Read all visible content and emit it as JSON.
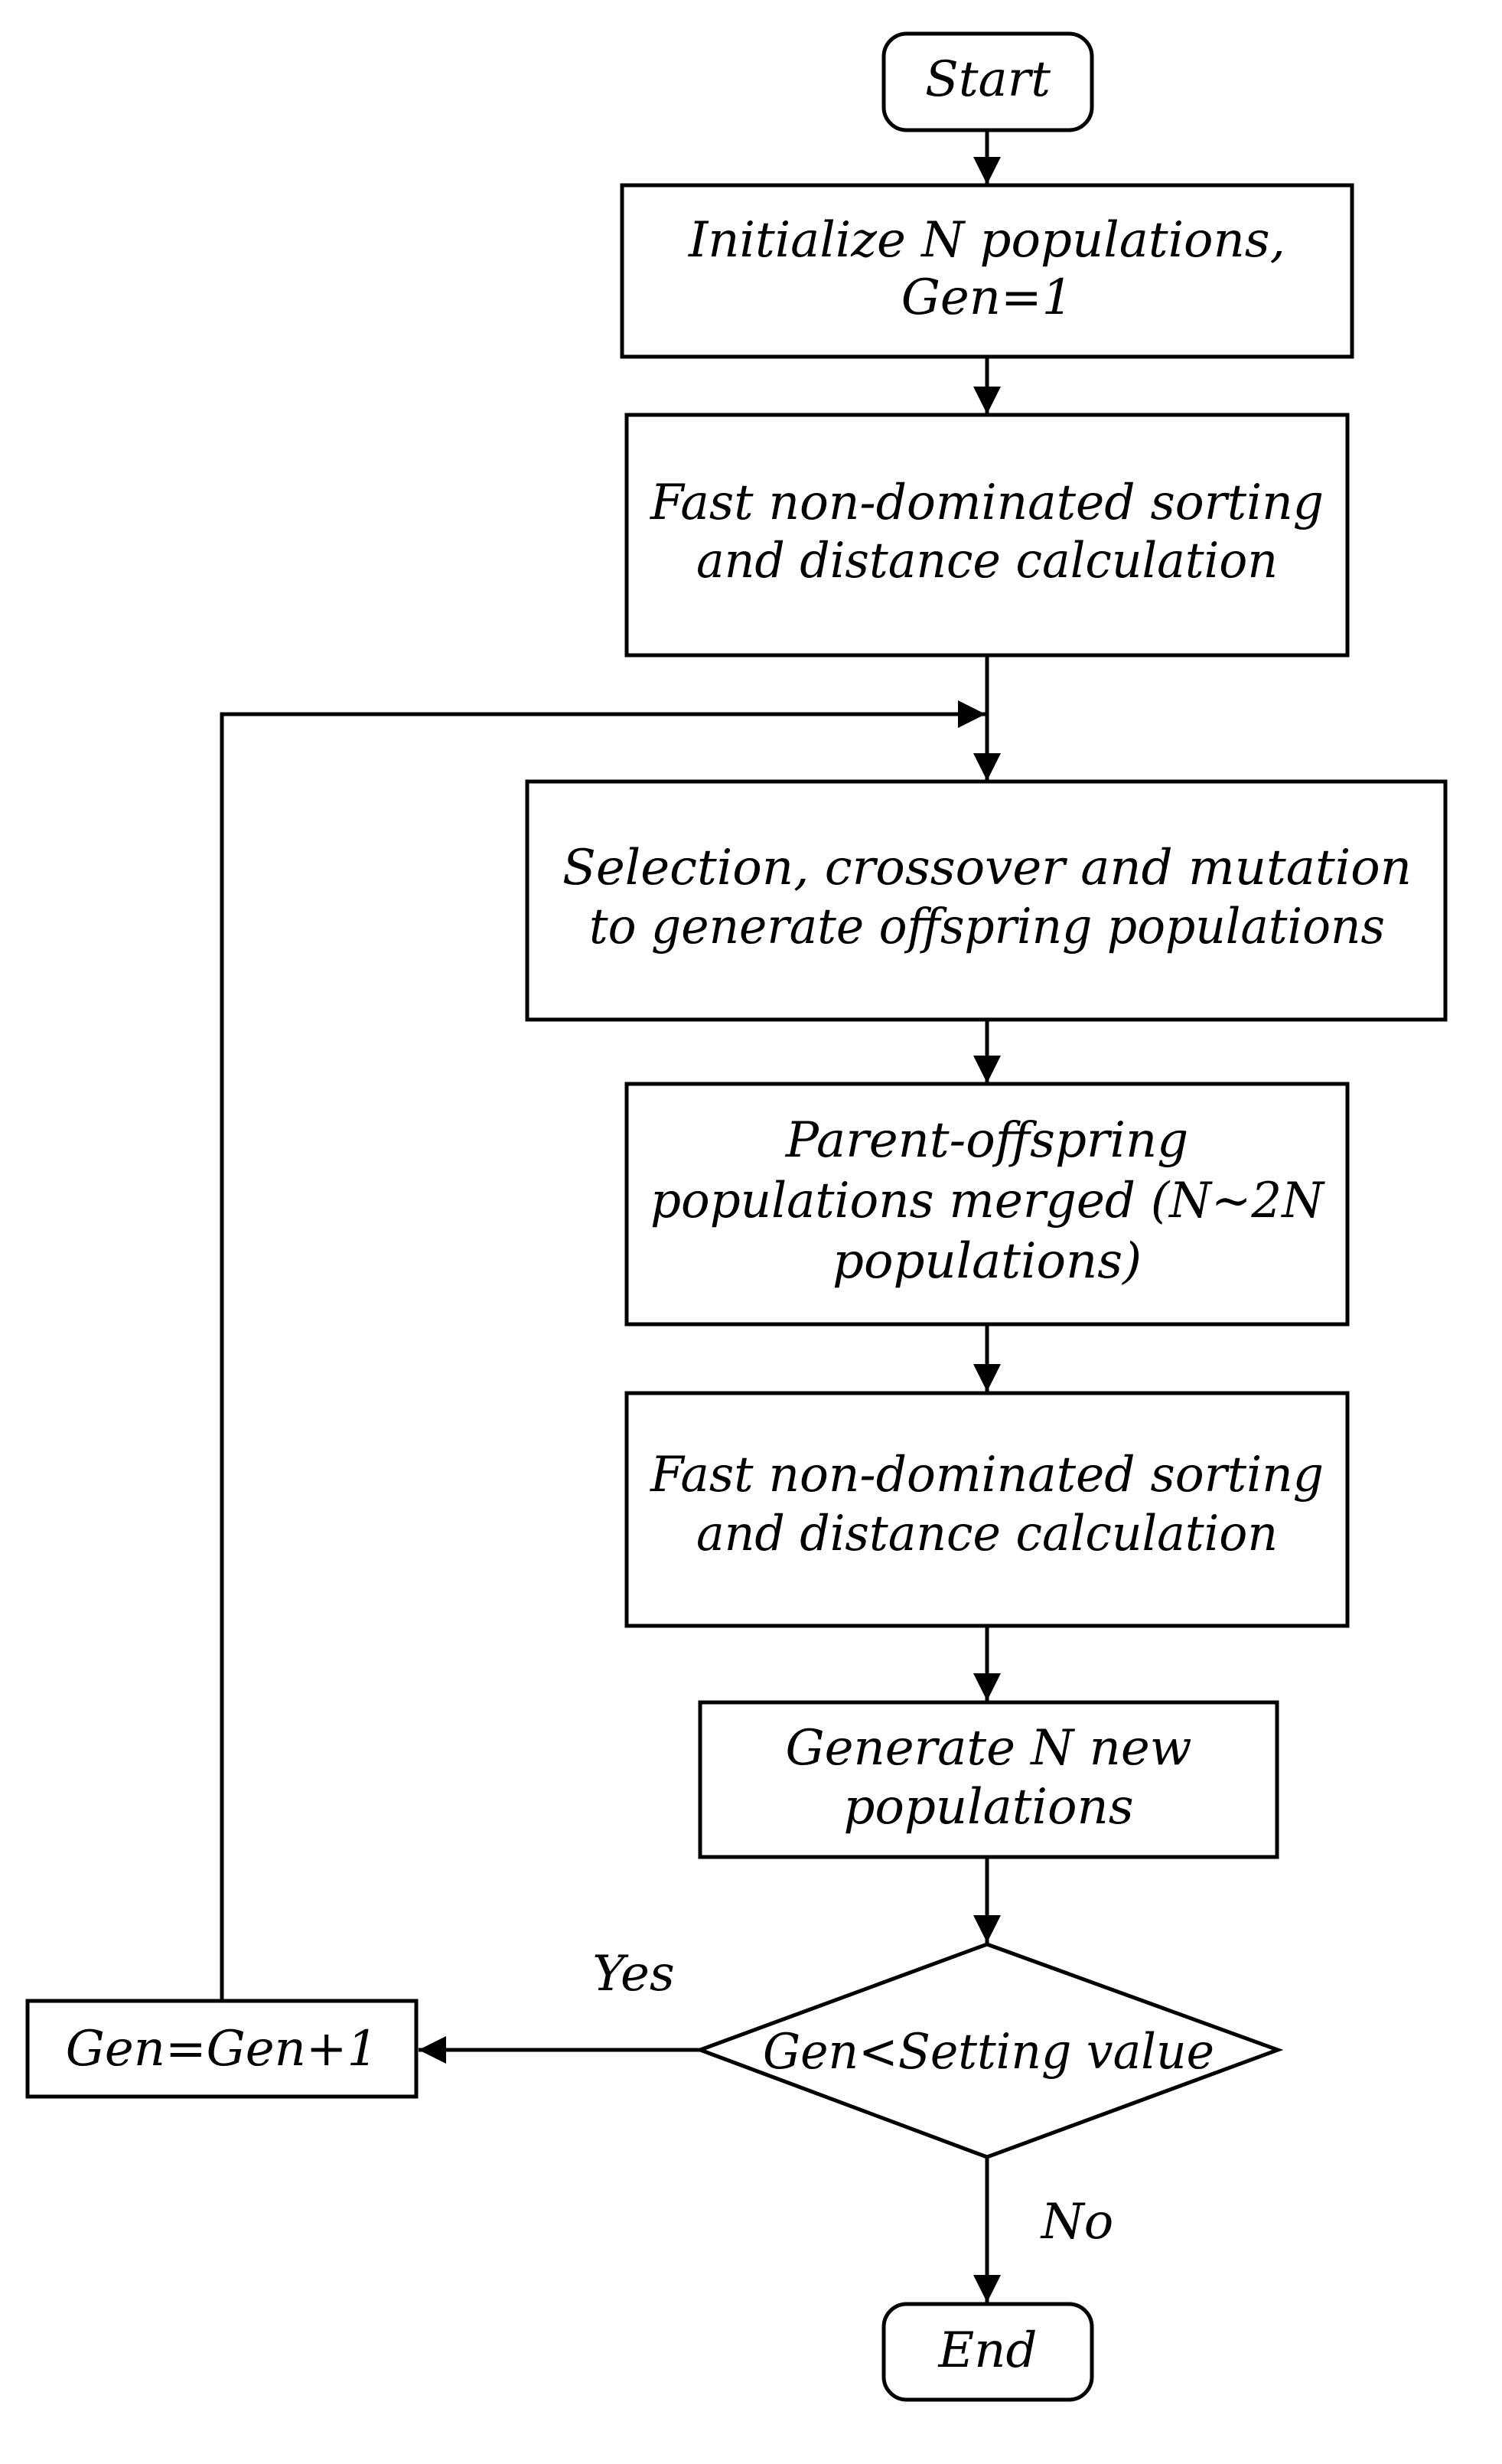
{
  "nodes": {
    "start": {
      "lines": [
        "Start"
      ]
    },
    "initialize": {
      "lines": [
        "Initialize N populations,",
        "Gen=1"
      ]
    },
    "sort1": {
      "lines": [
        "Fast non-dominated sorting",
        "and distance calculation"
      ]
    },
    "selection": {
      "lines": [
        "Selection, crossover and mutation",
        "to generate offspring populations"
      ]
    },
    "merge": {
      "lines": [
        "Parent-offspring",
        "populations merged (N~2N",
        "populations)"
      ]
    },
    "sort2": {
      "lines": [
        "Fast non-dominated sorting",
        "and distance calculation"
      ]
    },
    "generate": {
      "lines": [
        "Generate N new",
        "populations"
      ]
    },
    "decision": {
      "lines": [
        "Gen<Setting value"
      ]
    },
    "increment": {
      "lines": [
        "Gen=Gen+1"
      ]
    },
    "end": {
      "lines": [
        "End"
      ]
    }
  },
  "edge_labels": {
    "yes": "Yes",
    "no": "No"
  },
  "colors": {
    "stroke": "#000000",
    "fill": "#ffffff",
    "text": "#000000"
  }
}
